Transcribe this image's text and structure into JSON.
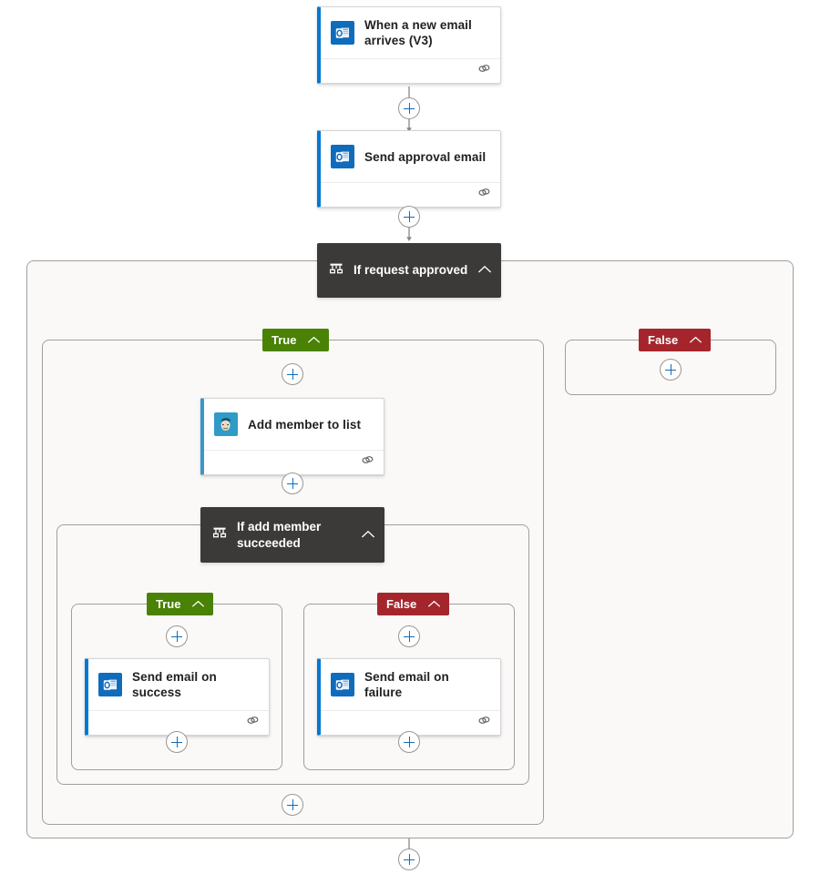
{
  "flow": {
    "background_color": "#ffffff",
    "scope_fill": "#faf9f8",
    "scope_border": "#a19f9d",
    "connector_color": "#8a8886",
    "accent_blue": "#0078d4",
    "accent_mailchimp": "#3a96c4",
    "condition_header_bg": "#3b3a39",
    "true_badge_color": "#498205",
    "false_badge_color": "#a4262c",
    "plus_glyph_color": "#0f6cbd"
  },
  "nodes": {
    "trigger": {
      "title": "When a new email arrives (V3)",
      "icon": "outlook-icon",
      "footer_icon": "peek-code-icon"
    },
    "send_approval": {
      "title": "Send approval email",
      "icon": "outlook-icon",
      "footer_icon": "peek-code-icon"
    },
    "condition_outer": {
      "title": "If request approved",
      "icon": "condition-icon",
      "collapse_icon": "chevron-up-icon"
    },
    "add_member": {
      "title": "Add member to list",
      "icon": "mailchimp-icon",
      "footer_icon": "peek-code-icon"
    },
    "condition_inner": {
      "title": "If add member succeeded",
      "icon": "condition-icon",
      "collapse_icon": "chevron-up-icon"
    },
    "send_success": {
      "title": "Send email on success",
      "icon": "outlook-icon",
      "footer_icon": "peek-code-icon"
    },
    "send_failure": {
      "title": "Send email on failure",
      "icon": "outlook-icon",
      "footer_icon": "peek-code-icon"
    }
  },
  "branches": {
    "outer_true": {
      "label": "True",
      "collapse_icon": "chevron-up-icon"
    },
    "outer_false": {
      "label": "False",
      "collapse_icon": "chevron-up-icon"
    },
    "inner_true": {
      "label": "True",
      "collapse_icon": "chevron-up-icon"
    },
    "inner_false": {
      "label": "False",
      "collapse_icon": "chevron-up-icon"
    }
  },
  "add_buttons": [
    {
      "id": "add-after-trigger",
      "label": "+"
    },
    {
      "id": "add-after-send-approval",
      "label": "+"
    },
    {
      "id": "add-in-outer-true-top",
      "label": "+"
    },
    {
      "id": "add-in-outer-false",
      "label": "+"
    },
    {
      "id": "add-after-add-member",
      "label": "+"
    },
    {
      "id": "add-in-inner-true-top",
      "label": "+"
    },
    {
      "id": "add-in-inner-false-top",
      "label": "+"
    },
    {
      "id": "add-in-inner-true-bottom",
      "label": "+"
    },
    {
      "id": "add-in-inner-false-bottom",
      "label": "+"
    },
    {
      "id": "add-in-outer-true-bottom",
      "label": "+"
    },
    {
      "id": "add-after-condition",
      "label": "+"
    }
  ]
}
